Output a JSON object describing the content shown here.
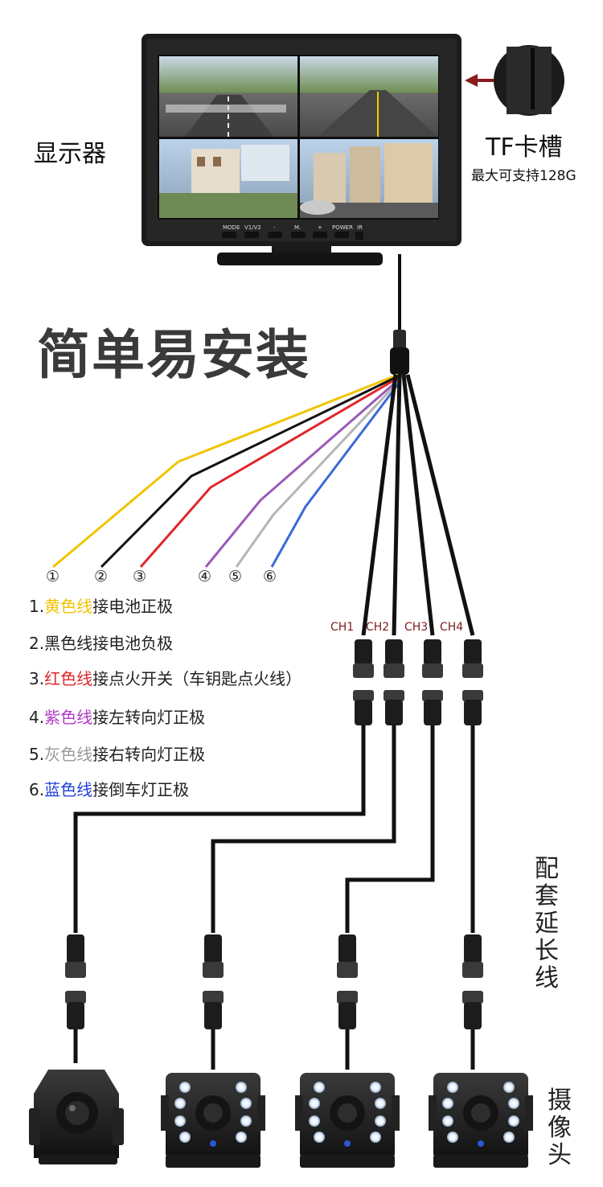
{
  "labels": {
    "display": "显示器",
    "headline": "简单易安装",
    "tf_slot": "TF卡槽",
    "tf_capacity": "最大可支持128G",
    "extension_cable": "配套延长线",
    "camera": "摄像头"
  },
  "monitor_buttons": [
    "MODE",
    "V1/V2",
    "-",
    "M.",
    "+",
    "POWER",
    "IR"
  ],
  "wire_numbers": [
    "①",
    "②",
    "③",
    "④",
    "⑤",
    "⑥"
  ],
  "wiring": [
    {
      "prefix": "1.",
      "color_word": "黄色线",
      "rest": "接电池正极",
      "color": "#f0c400"
    },
    {
      "prefix": "2.",
      "color_word": "黑色线",
      "rest": "接电池负极",
      "color": "#222222"
    },
    {
      "prefix": "3.",
      "color_word": "红色线",
      "rest": "接点火开关（车钥匙点火线）",
      "color": "#e0262b"
    },
    {
      "prefix": "4.",
      "color_word": "紫色线",
      "rest": "接左转向灯正极",
      "color": "#b23ac8"
    },
    {
      "prefix": "5.",
      "color_word": "灰色线",
      "rest": "接右转向灯正极",
      "color": "#999999"
    },
    {
      "prefix": "6.",
      "color_word": "蓝色线",
      "rest": "接倒车灯正极",
      "color": "#1f3fd8"
    }
  ],
  "channels": [
    "CH1",
    "CH2",
    "CH3",
    "CH4"
  ],
  "colors": {
    "yellow": "#f0c400",
    "black": "#111111",
    "red": "#e0262b",
    "purple": "#9b5ab8",
    "gray": "#b5b5b5",
    "blue": "#3a6ad8",
    "arrow": "#8b1a1a"
  }
}
